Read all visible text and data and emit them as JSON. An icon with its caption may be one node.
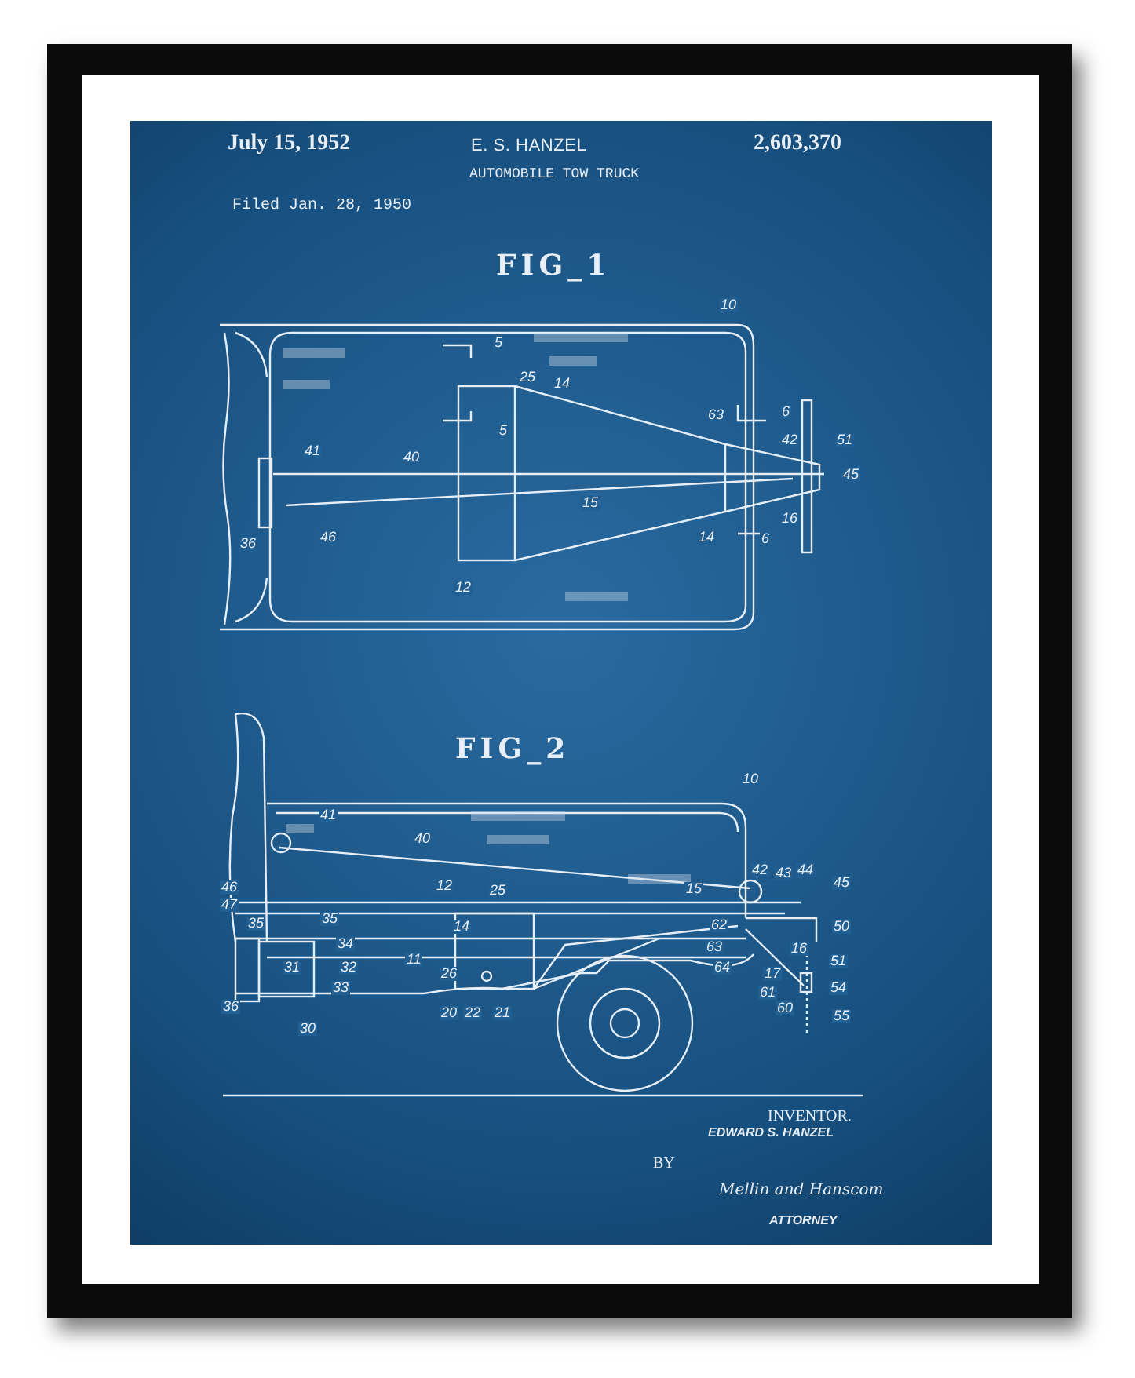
{
  "diagram": {
    "title": "AUTOMOBILE TOW TRUCK",
    "labels": [
      "July 15, 1952",
      "E. S. HANZEL",
      "2,603,370",
      "Filed Jan. 28, 1950",
      "FIG_1",
      "10",
      "5",
      "25",
      "14",
      "5",
      "63",
      "6",
      "42",
      "51",
      "41",
      "40",
      "45",
      "15",
      "16",
      "36",
      "46",
      "14",
      "6",
      "12",
      "FIG_2",
      "10",
      "41",
      "40",
      "42",
      "43",
      "44",
      "45",
      "46",
      "12",
      "25",
      "15",
      "47",
      "35",
      "35",
      "14",
      "62",
      "50",
      "34",
      "63",
      "16",
      "11",
      "51",
      "31",
      "32",
      "26",
      "64",
      "17",
      "33",
      "61",
      "54",
      "36",
      "20",
      "22",
      "21",
      "60",
      "55",
      "30",
      "INVENTOR.",
      "EDWARD S. HANZEL",
      "BY",
      "Mellin and Hanscom",
      "ATTORNEY"
    ]
  }
}
